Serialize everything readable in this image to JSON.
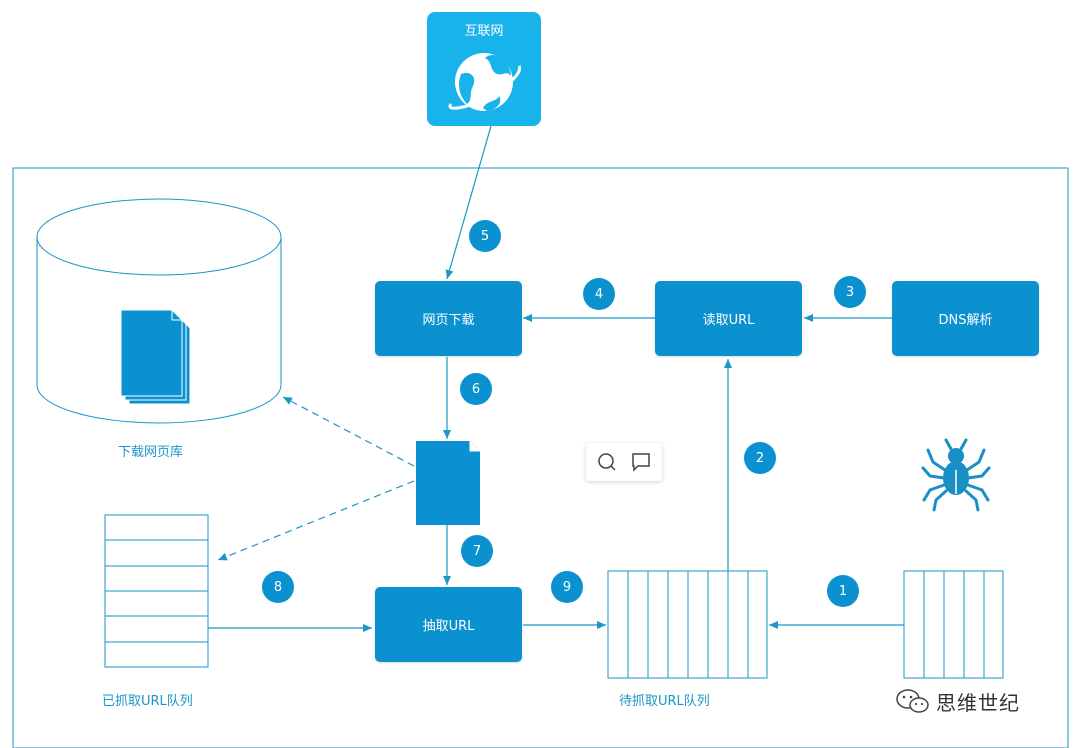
{
  "nodes": {
    "internet": "互联网",
    "download": "网页下载",
    "read_url": "读取URL",
    "dns": "DNS解析",
    "extract": "抽取URL"
  },
  "labels": {
    "page_db": "下载网页库",
    "crawled_queue": "已抓取URL队列",
    "pending_queue": "待抓取URL队列"
  },
  "steps": [
    "1",
    "2",
    "3",
    "4",
    "5",
    "6",
    "7",
    "8",
    "9"
  ],
  "watermark": "思维世纪",
  "colors": {
    "primary": "#0b91cf",
    "internet_tile": "#17b3ea",
    "line": "#1a96c8"
  },
  "icons": {
    "internet": "globe-icon",
    "page_db": "database-cylinder-icon",
    "file": "document-icon",
    "spider": "spider-icon",
    "search": "search-icon",
    "comment": "comment-icon",
    "wechat": "wechat-icon"
  }
}
